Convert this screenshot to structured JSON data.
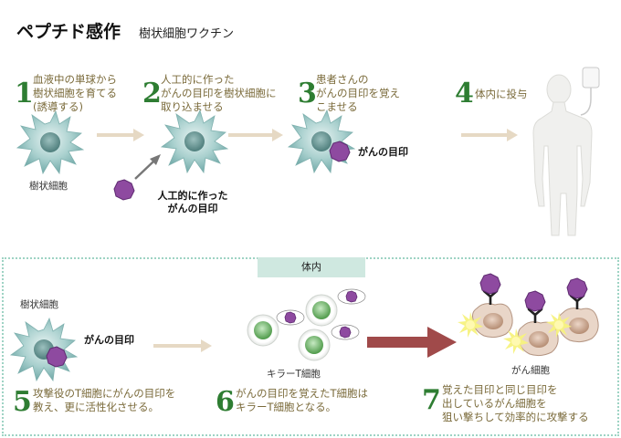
{
  "title": "ペプチド感作",
  "subtitle": "樹状細胞ワクチン",
  "steps": [
    {
      "num": "1",
      "text": [
        "血液中の単球から",
        "樹状細胞を育てる",
        "(誘導する)"
      ]
    },
    {
      "num": "2",
      "text": [
        "人工的に作った",
        "がんの目印を樹状細胞に",
        "取り込ませる"
      ]
    },
    {
      "num": "3",
      "text": [
        "患者さんの",
        "がんの目印を覚え",
        "こませる"
      ]
    },
    {
      "num": "4",
      "text": [
        "体内に投与"
      ]
    },
    {
      "num": "5",
      "text": [
        "攻撃役のT細胞にがんの目印を",
        "教え、更に活性化させる。"
      ]
    },
    {
      "num": "6",
      "text": [
        "がんの目印を覚えたT細胞は",
        "キラーT細胞となる。"
      ]
    },
    {
      "num": "7",
      "text": [
        "覚えた目印と同じ目印を",
        "出しているがん細胞を",
        "狙い撃ちして効率的に攻撃する"
      ]
    }
  ],
  "labels": {
    "dendritic_top": "樹状細胞",
    "artificial_marker": [
      "人工的に作った",
      "がんの目印"
    ],
    "cancer_marker_top": "がんの目印",
    "body_tab": "体内",
    "dendritic_bottom": "樹状細胞",
    "cancer_marker_bottom": "がんの目印",
    "killer_t": "キラーT細胞",
    "cancer_cell": "がん細胞"
  },
  "colors": {
    "number_green": "#2e7d32",
    "cell_teal": "#7fb8b6",
    "nucleus": "#5d8e8c",
    "marker_purple": "#8e4aa0",
    "arrow_beige": "#e6d9c4",
    "big_arrow": "#a04a4a",
    "panel_border": "#9ed3c4",
    "t_cell_green": "#6fb86a",
    "cancer_tan": "#d9b9a3",
    "burst_yellow": "#f4ef6a"
  }
}
